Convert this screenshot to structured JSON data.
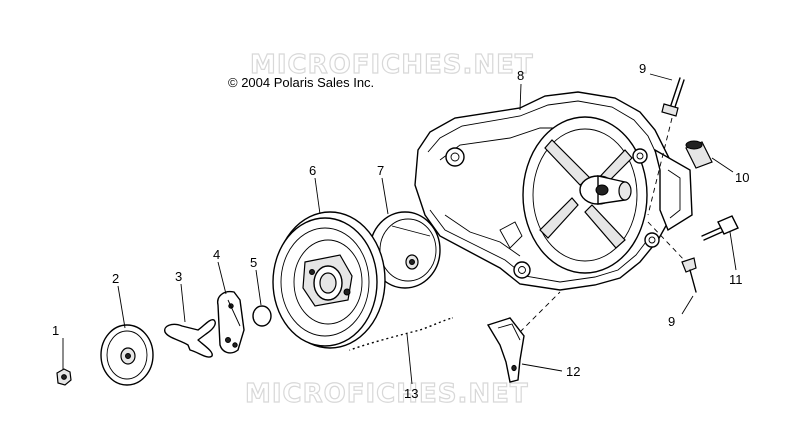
{
  "diagram": {
    "copyright": "© 2004 Polaris Sales Inc.",
    "watermark_top": "MICROFICHES.NET",
    "watermark_bottom": "MICROFICHES.NET",
    "callouts": {
      "c1": "1",
      "c2": "2",
      "c3": "3",
      "c4": "4",
      "c5": "5",
      "c6": "6",
      "c7": "7",
      "c8": "8",
      "c9a": "9",
      "c9b": "9",
      "c10": "10",
      "c11": "11",
      "c12": "12",
      "c13": "13"
    }
  }
}
